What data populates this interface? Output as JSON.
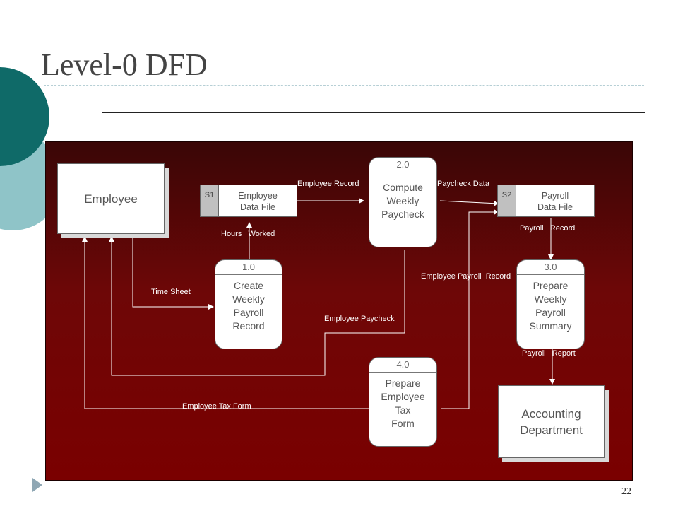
{
  "slide": {
    "title": "Level-0 DFD",
    "page_number": "22"
  },
  "diagram": {
    "entities": {
      "employee": "Employee",
      "accounting": "Accounting\nDepartment"
    },
    "stores": {
      "s1": {
        "id": "S1",
        "label": "Employee\nData File"
      },
      "s2": {
        "id": "S2",
        "label": "Payroll\nData File"
      }
    },
    "processes": {
      "p1": {
        "id": "1.0",
        "label": "Create\nWeekly\nPayroll\nRecord"
      },
      "p2": {
        "id": "2.0",
        "label": "Compute\nWeekly\nPaycheck"
      },
      "p3": {
        "id": "3.0",
        "label": "Prepare\nWeekly\nPayroll\nSummary"
      },
      "p4": {
        "id": "4.0",
        "label": "Prepare\nEmployee\nTax\nForm"
      }
    },
    "flows": {
      "employee_record": "Employee Record",
      "paycheck_data": "Paycheck Data",
      "hours_worked": "Hours   Worked",
      "payroll_record": "Payroll   Record",
      "time_sheet": "Time Sheet",
      "employee_payroll_record": "Employee Payroll  Record",
      "employee_paycheck": "Employee Paycheck",
      "payroll_report": "Payroll   Report",
      "employee_tax_form": "Employee Tax Form"
    }
  },
  "colors": {
    "accent_dark_teal": "#0f6a68",
    "accent_light_teal": "#8fc4c8",
    "panel_dark": "#3a0606",
    "panel_red": "#7a0000"
  }
}
